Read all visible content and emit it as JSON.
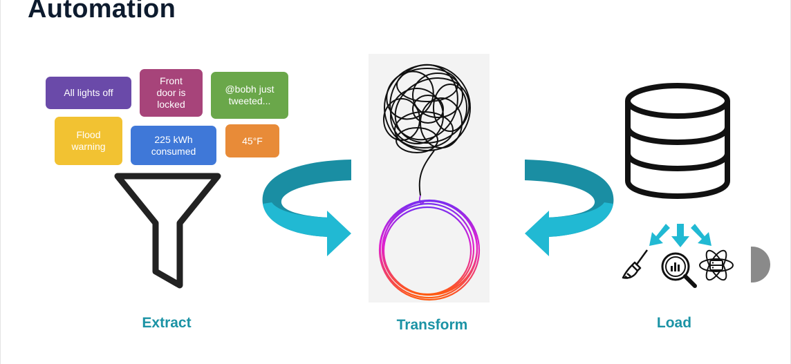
{
  "title": "Automation",
  "events": [
    {
      "text": "All lights off",
      "color": "#6a4aa9"
    },
    {
      "text": "Front door is locked",
      "color": "#a7447a"
    },
    {
      "text": "@bobh just tweeted...",
      "color": "#6aa74a"
    },
    {
      "text": "Flood warning",
      "color": "#f2c232"
    },
    {
      "text": "225 kWh consumed",
      "color": "#3f78d8"
    },
    {
      "text": "45°F",
      "color": "#e88b38"
    }
  ],
  "stages": {
    "extract": "Extract",
    "transform": "Transform",
    "load": "Load"
  },
  "colors": {
    "label": "#1b93a5",
    "arrow": "#21b9d3",
    "arrow_dark": "#1a8ea3"
  }
}
